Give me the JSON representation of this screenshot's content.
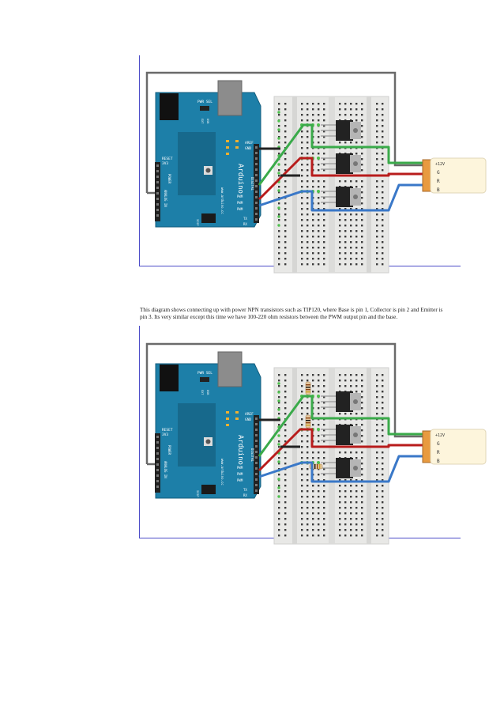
{
  "caption": "This diagram shows connecting up with power NPN transistors such as TIP120, where Base is pin 1, Collector is pin 2 and Emitter is pin 3. Its very similar except this time we have 100-220 ohm resistors between the PWM output pin and the base.",
  "board": {
    "name": "Arduino",
    "pwr_sel": "PWR SEL",
    "ext": "EXT",
    "usb": "USB",
    "aref": "AREF",
    "gnd": "GND",
    "digital": "DIGITAL",
    "pwm": "PWM",
    "reset": "RESET",
    "v3": "3V3",
    "power": "POWER",
    "analog_in": "ANALOG IN",
    "icsp": "ICSP",
    "tx": "TX",
    "rx": "RX",
    "website": "www.arduino.cc"
  },
  "connector": {
    "plus12": "+12V",
    "g": "G",
    "r": "R",
    "b": "B"
  },
  "colors": {
    "board": "#1d7fa8",
    "green_wire": "#3aaa4a",
    "red_wire": "#b81c1c",
    "blue_wire": "#3a78c8",
    "gray_wire": "#6a6a6a",
    "frame": "#4c4cc8"
  }
}
